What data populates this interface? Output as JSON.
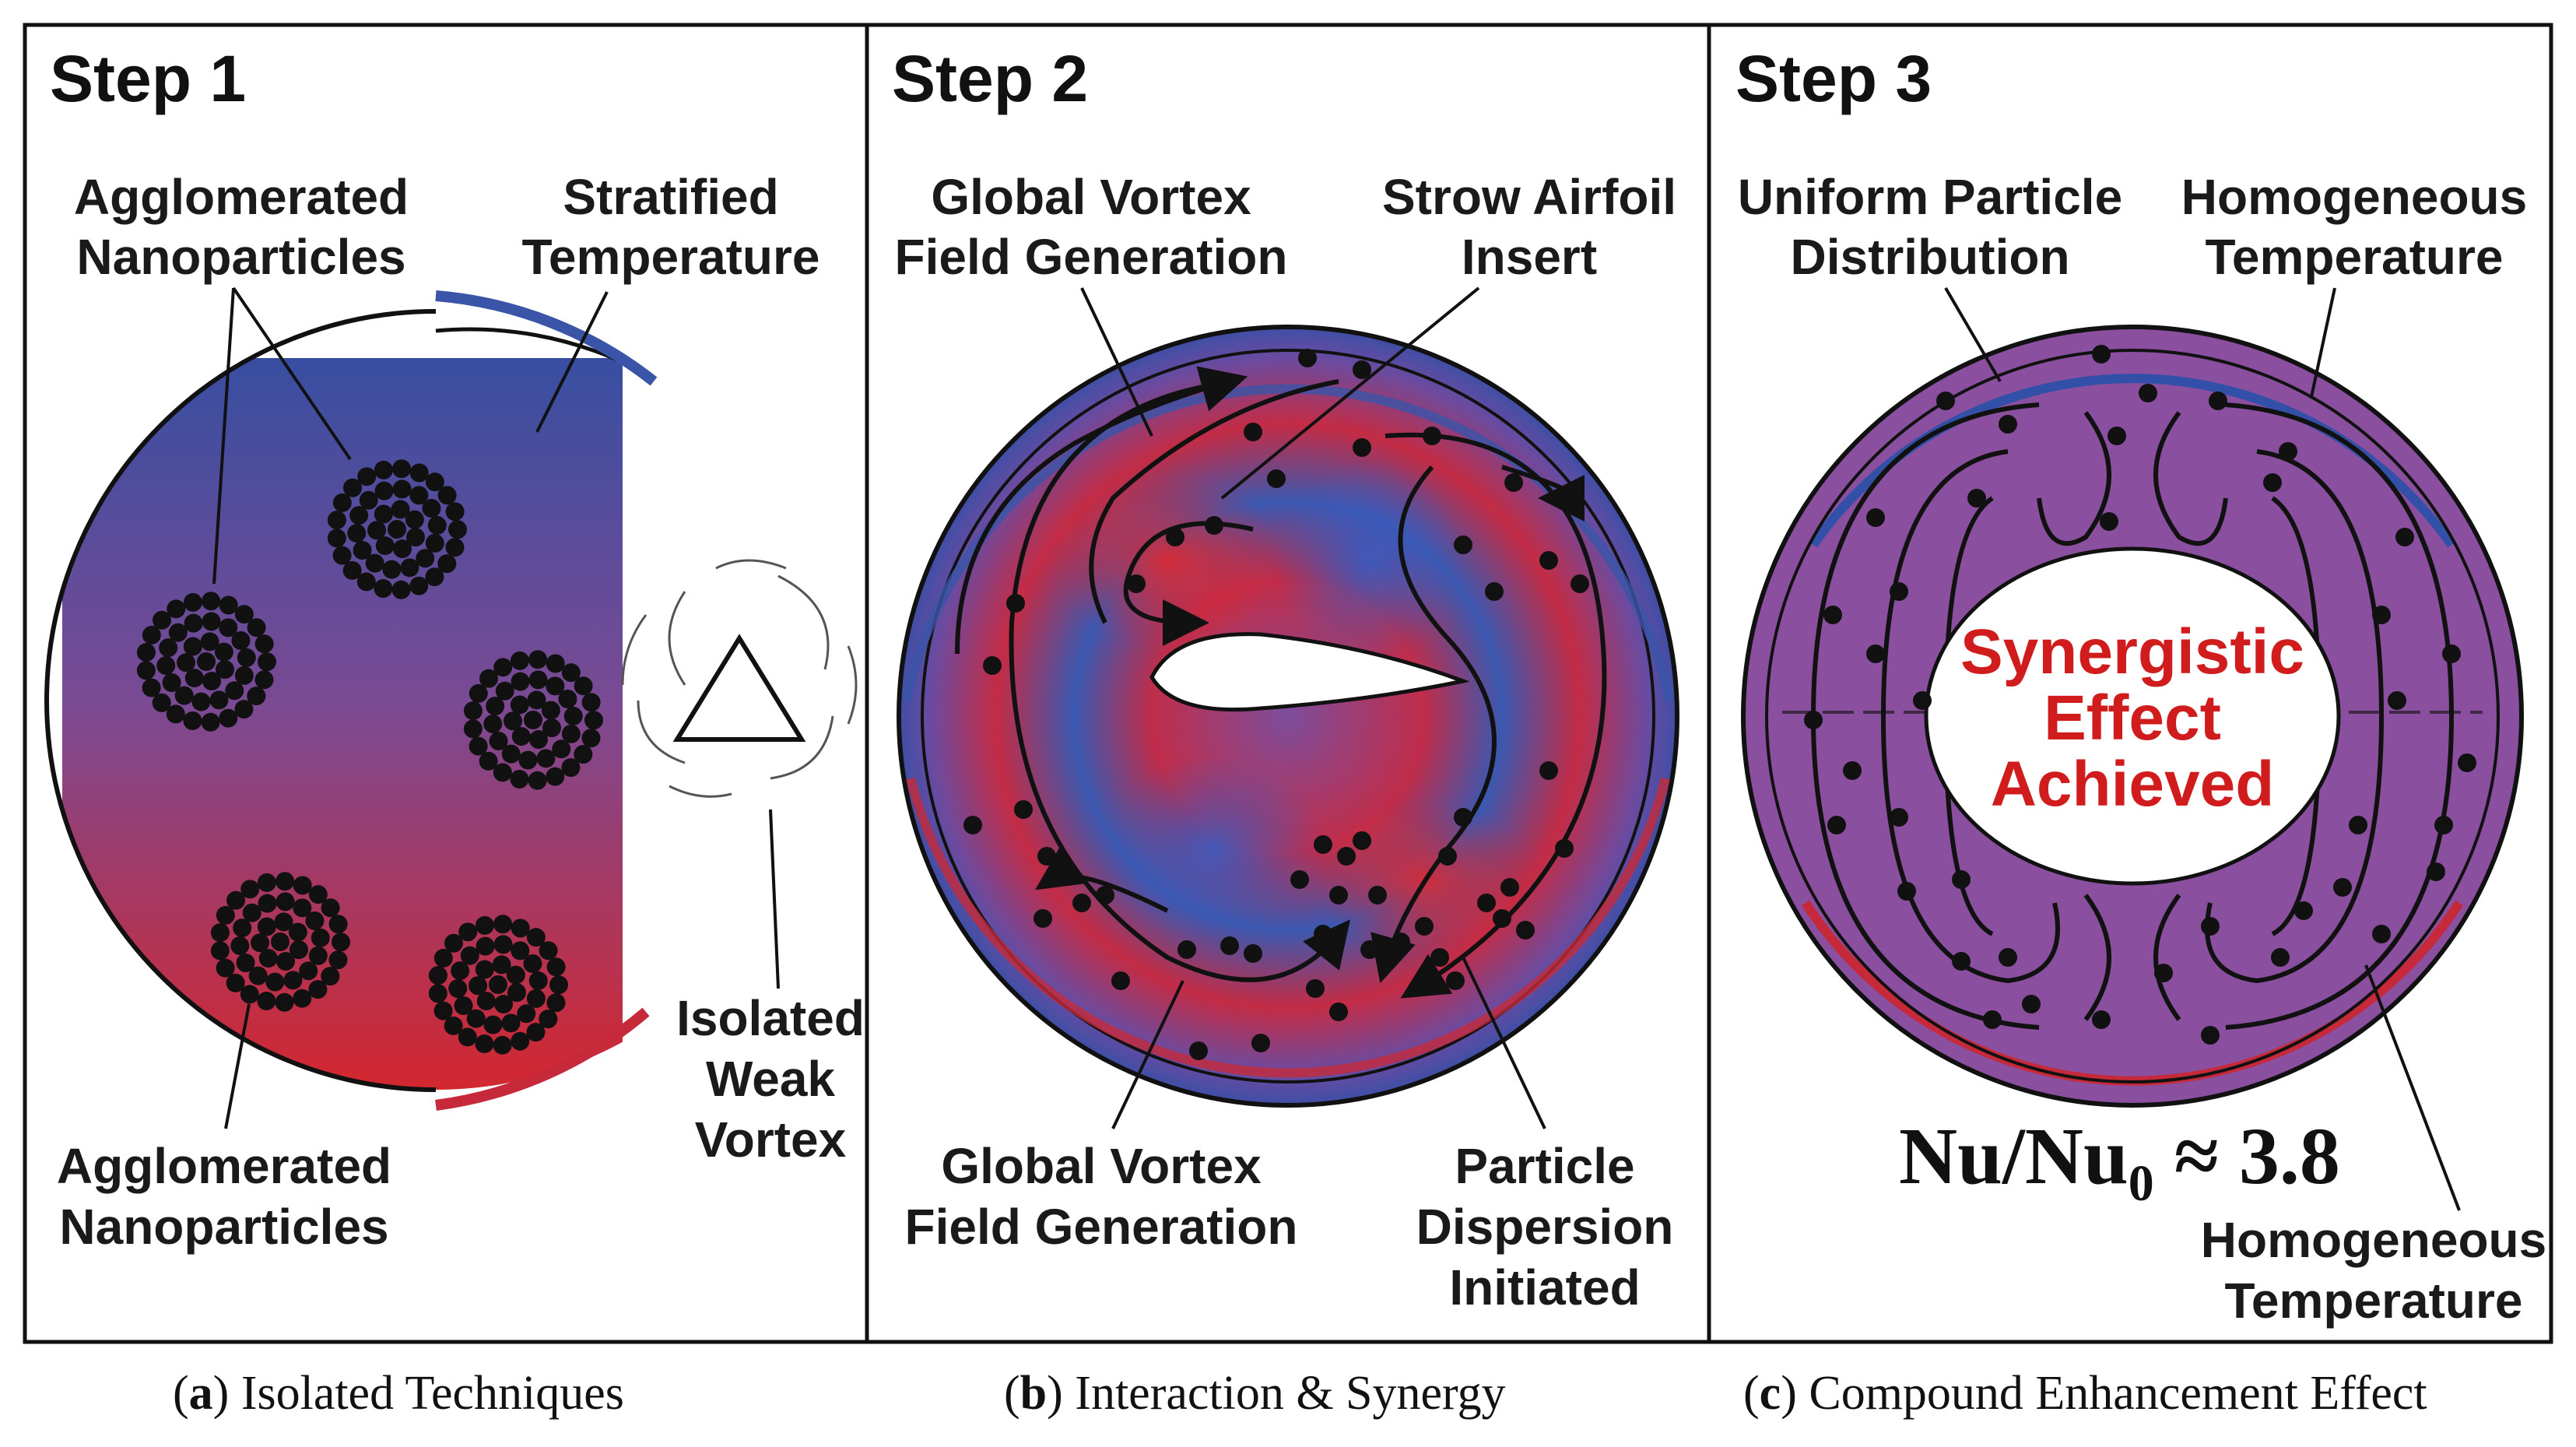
{
  "panels": [
    {
      "step": "Step 1",
      "labels": [
        "Agglomerated",
        "Nanoparticles",
        "Stratified",
        "Temperature",
        "Isolated",
        "Weak",
        "Vortex",
        "Agglomerated",
        "Nanoparticles"
      ],
      "caption_letter": "a",
      "caption_text": "Isolated Techniques"
    },
    {
      "step": "Step 2",
      "labels": [
        "Global Vortex",
        "Field Generation",
        "Strow Airfoil",
        "Insert",
        "Global Vortex",
        "Field Generation",
        "Particle",
        "Dispersion",
        "Initiated"
      ],
      "caption_letter": "b",
      "caption_text": "Interaction & Synergy"
    },
    {
      "step": "Step 3",
      "labels": [
        "Uniform Particle",
        "Distribution",
        "Homogeneous",
        "Temperature",
        "Homogeneous",
        "Temperature"
      ],
      "center_text": [
        "Synergistic",
        "Effect",
        "Achieved"
      ],
      "formula_main": "Nu/Nu",
      "formula_sub": "0",
      "formula_tail": " ≈ 3.8",
      "caption_letter": "c",
      "caption_text": "Compound Enhancement Effect"
    }
  ],
  "colors": {
    "hot": "#d0263a",
    "cold": "#3a55a8",
    "mixed": "#8a4f9e",
    "particle": "#111111",
    "synergy_text": "#d01c1c"
  }
}
